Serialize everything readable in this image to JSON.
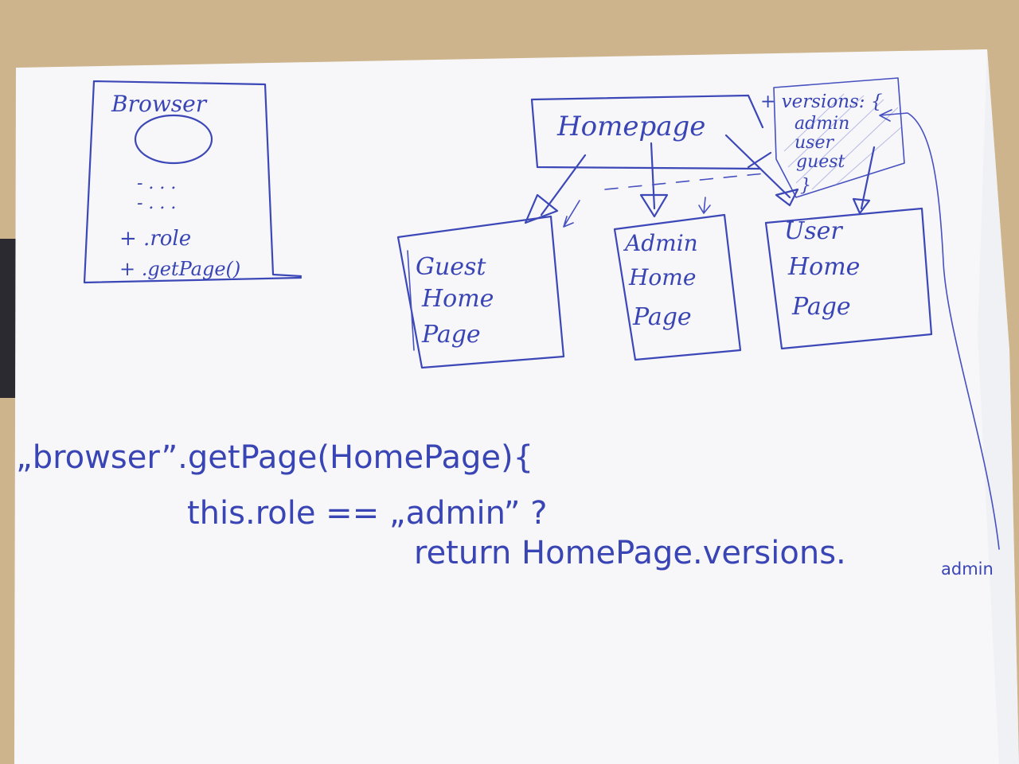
{
  "diagram": {
    "browser_box": {
      "title": "Browser",
      "fields": [
        "- . . .",
        "- . . ."
      ],
      "members": [
        "+ .role",
        "+ .getPage()"
      ]
    },
    "homepage_box": {
      "label": "Homepage"
    },
    "versions_box": {
      "lines": [
        "+ versions: {",
        "admin",
        "user",
        "guest",
        "}"
      ]
    },
    "pages": {
      "guest": [
        "Guest",
        "Home",
        "Page"
      ],
      "admin": [
        "Admin",
        "Home",
        "Page"
      ],
      "user": [
        "User",
        "Home",
        "Page"
      ]
    },
    "code": {
      "line1": "„browser”.getPage(HomePage){",
      "line2": "this.role == „admin” ?",
      "line3": "return HomePage.versions.",
      "line3_tail": "admin"
    }
  },
  "colors": {
    "ink": "#3c47b8",
    "paper": "#f7f7f9",
    "desk": "#cdb48c"
  }
}
